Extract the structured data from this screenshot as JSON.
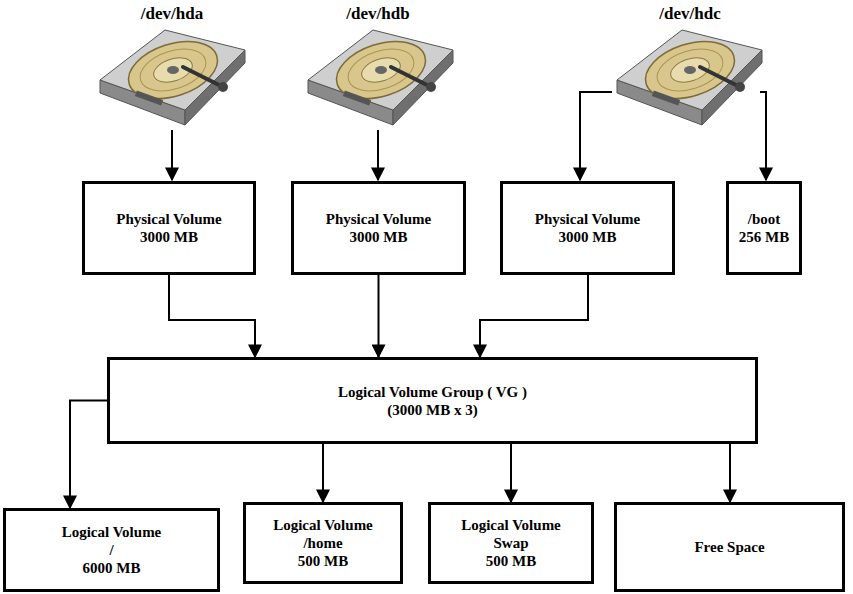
{
  "diagram": {
    "nodes": [
      {
        "text": [
          "Physical Volume",
          "3000 MB"
        ]
      },
      {
        "text": [
          "Physical Volume",
          "3000 MB"
        ]
      },
      {
        "text": [
          "Physical Volume",
          "3000 MB"
        ]
      },
      {
        "text": [
          "/boot",
          "256 MB"
        ]
      },
      {
        "text": [
          "Logical Volume Group ( VG )",
          "(3000 MB x 3)"
        ]
      },
      {
        "text": [
          "Logical Volume",
          "/",
          "6000 MB"
        ]
      },
      {
        "text": [
          "Logical Volume",
          "/home",
          "500 MB"
        ]
      },
      {
        "text": [
          "Logical Volume",
          "Swap",
          "500 MB"
        ]
      },
      {
        "text": [
          "Free Space"
        ]
      }
    ],
    "edges": [
      {
        "from": 0,
        "to": 4,
        "arrow": "to"
      },
      {
        "from": 1,
        "to": 4,
        "arrow": "to"
      },
      {
        "from": 2,
        "to": 4,
        "arrow": "to"
      },
      {
        "from": 4,
        "to": 5,
        "arrow": "to"
      },
      {
        "from": 4,
        "to": 6,
        "arrow": "to"
      },
      {
        "from": 4,
        "to": 7,
        "arrow": "to"
      },
      {
        "from": 4,
        "to": 8,
        "arrow": "to"
      }
    ],
    "labels": [
      "/dev/hda",
      "/dev/hdb",
      "/dev/hdc"
    ]
  }
}
